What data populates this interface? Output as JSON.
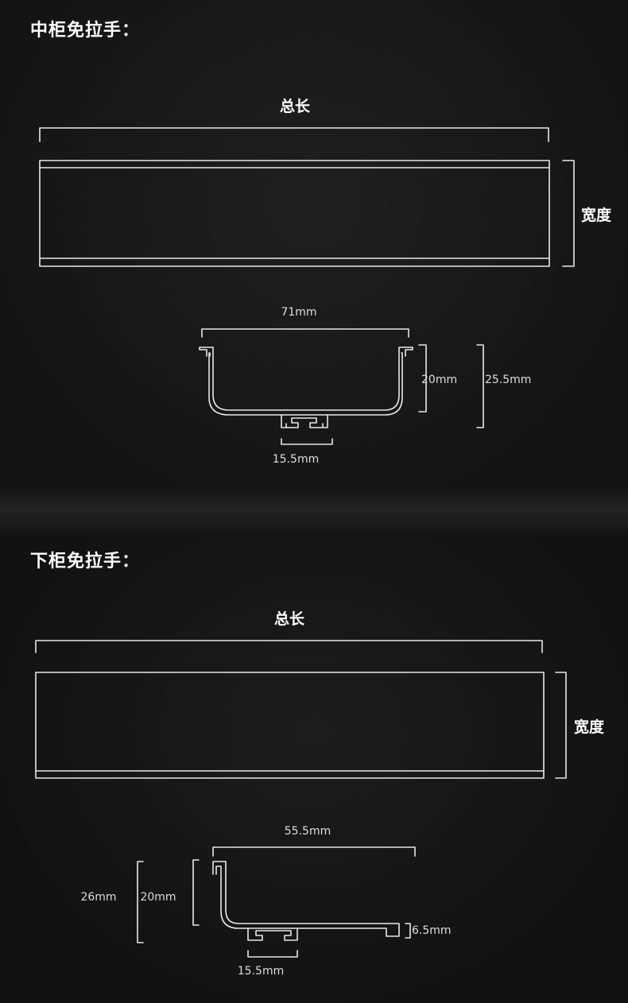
{
  "sections": [
    {
      "title": "中柜免拉手：",
      "length_label": "总长",
      "width_label": "宽度",
      "dims": {
        "top_width": "71mm",
        "inner_height": "20mm",
        "total_height": "25.5mm",
        "bottom_width": "15.5mm"
      }
    },
    {
      "title": "下柜免拉手：",
      "length_label": "总长",
      "width_label": "宽度",
      "dims": {
        "top_width": "55.5mm",
        "total_height": "26mm",
        "inner_height": "20mm",
        "lip_height": "6.5mm",
        "bottom_width": "15.5mm"
      }
    }
  ],
  "colors": {
    "line": "#e8e8e8",
    "background": "#151515",
    "text": "#ffffff"
  }
}
